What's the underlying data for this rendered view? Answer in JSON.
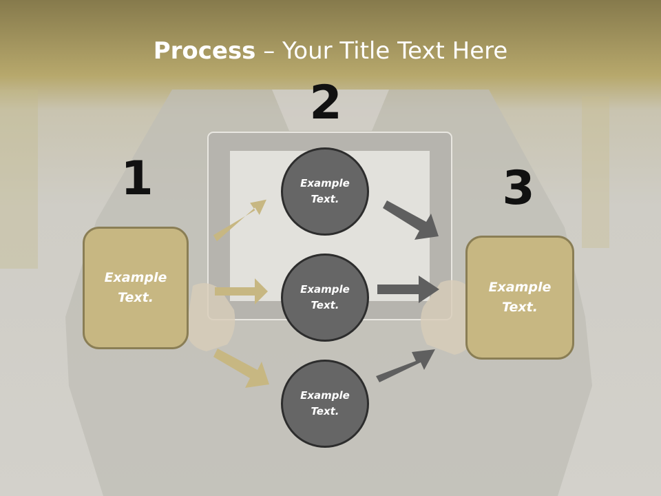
{
  "title": {
    "bold": "Process",
    "rest": " – Your Title Text Here"
  },
  "steps": {
    "one": "1",
    "two": "2",
    "three": "3"
  },
  "left_box": {
    "text": "Example Text."
  },
  "right_box": {
    "text": "Example Text."
  },
  "circles": [
    {
      "text": "Example Text."
    },
    {
      "text": "Example Text."
    },
    {
      "text": "Example Text."
    }
  ],
  "colors": {
    "gold": "#c7b782",
    "gold_border": "#8a7e55",
    "circle": "#666666",
    "circle_border": "#2d2d2d",
    "arrow_gold": "#c7b782",
    "arrow_gray": "#5f5f5f"
  }
}
